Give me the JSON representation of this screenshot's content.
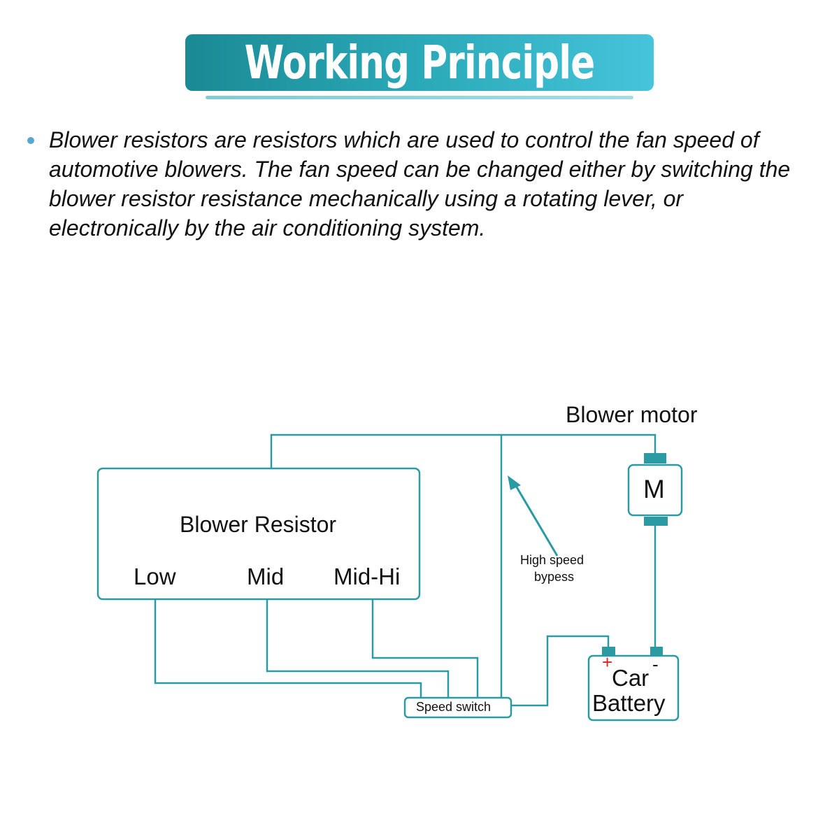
{
  "header": {
    "title": "Working Principle"
  },
  "description": {
    "bullet_icon": "bullet-dot",
    "text": "Blower resistors are resistors which are used to control the fan speed of automotive blowers. The fan speed can be changed either by switching the blower resistor resistance mechanically using a rotating lever, or electronically by the air conditioning system."
  },
  "diagram": {
    "wire_color": "#2a9aa3",
    "terminal_color": "#2a9aa3",
    "plus_color": "#e02020",
    "blower_resistor": {
      "label": "Blower Resistor",
      "taps": [
        "Low",
        "Mid",
        "Mid-Hi"
      ]
    },
    "blower_motor": {
      "label": "Blower motor",
      "symbol": "M"
    },
    "bypass_annotation": {
      "line1": "High speed",
      "line2": "bypess"
    },
    "speed_switch": {
      "label": "Speed switch"
    },
    "battery": {
      "line1": "Car",
      "line2": "Battery",
      "plus": "+",
      "minus": "-"
    }
  }
}
